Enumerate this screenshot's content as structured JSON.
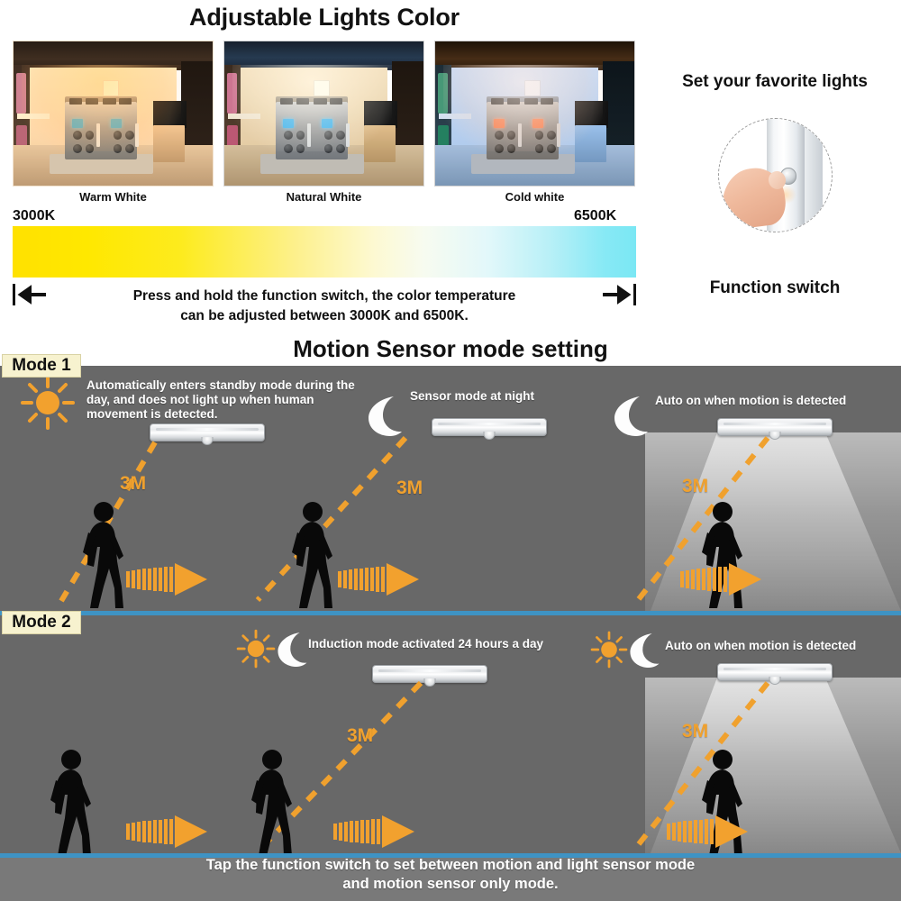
{
  "section_color": {
    "title": "Adjustable Lights Color",
    "photos": [
      {
        "caption": "Warm White",
        "tone": "warm"
      },
      {
        "caption": "Natural White",
        "tone": "natural"
      },
      {
        "caption": "Cold white",
        "tone": "cold"
      }
    ],
    "kelvin_min": "3000K",
    "kelvin_max": "6500K",
    "gradient_note_line1": "Press and hold the function switch, the color temperature",
    "gradient_note_line2": "can be adjusted between 3000K and 6500K.",
    "gradient_colors": [
      "#ffe100",
      "#fdf08a",
      "#f7fbf0",
      "#87e9f5"
    ],
    "arrow_left_icon": "arrow-left-icon",
    "arrow_right_icon": "arrow-right-icon"
  },
  "section_switch": {
    "title": "Set your favorite lights",
    "subtitle": "Function switch",
    "image_icon": "finger-pressing-switch-photo"
  },
  "section_motion": {
    "title": "Motion Sensor mode setting",
    "footer_line1": "Tap the function switch to set between motion and light sensor mode",
    "footer_line2": "and motion sensor only mode.",
    "accent_blue": "#3e93c4",
    "background_gray": "#686868",
    "orange": "#f0a12e",
    "modes": [
      {
        "badge": "Mode 1",
        "panels": [
          {
            "icons": [
              "sun-icon"
            ],
            "label": "Automatically enters standby mode during the day, and does not light up when human movement is detected.",
            "distance": "3M",
            "light_on": false
          },
          {
            "icons": [
              "moon-icon"
            ],
            "label": "Sensor mode at night",
            "distance": "3M",
            "light_on": false
          },
          {
            "icons": [
              "moon-icon"
            ],
            "label": "Auto on when motion is detected",
            "distance": "3M",
            "light_on": true
          }
        ]
      },
      {
        "badge": "Mode 2",
        "panels": [
          {
            "icons": [],
            "label": "",
            "distance": "",
            "light_on": false
          },
          {
            "icons": [
              "sun-icon",
              "moon-icon"
            ],
            "label": "Induction mode activated 24 hours a day",
            "distance": "3M",
            "light_on": false
          },
          {
            "icons": [
              "sun-icon",
              "moon-icon"
            ],
            "label": "Auto on when motion is detected",
            "distance": "3M",
            "light_on": true
          }
        ]
      }
    ]
  }
}
